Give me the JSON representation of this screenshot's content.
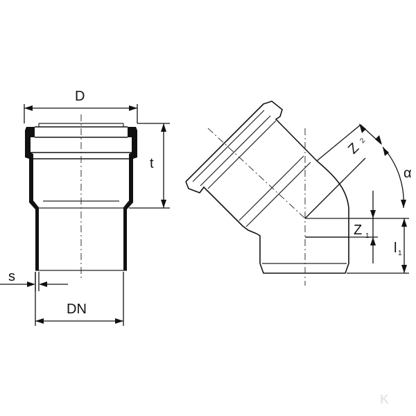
{
  "labels": {
    "D": "D",
    "t": "t",
    "s": "s",
    "DN": "DN",
    "alpha": "α",
    "Z2_main": "Z",
    "Z2_sub": "2",
    "Z1_main": "Z",
    "Z1_sub": "1",
    "l1_main": "l",
    "l1_sub": "1"
  },
  "colors": {
    "ink": "#111111",
    "wall_fill": "#111111",
    "watermark": "#e6e6e6"
  },
  "watermark": {
    "logo": "K"
  }
}
